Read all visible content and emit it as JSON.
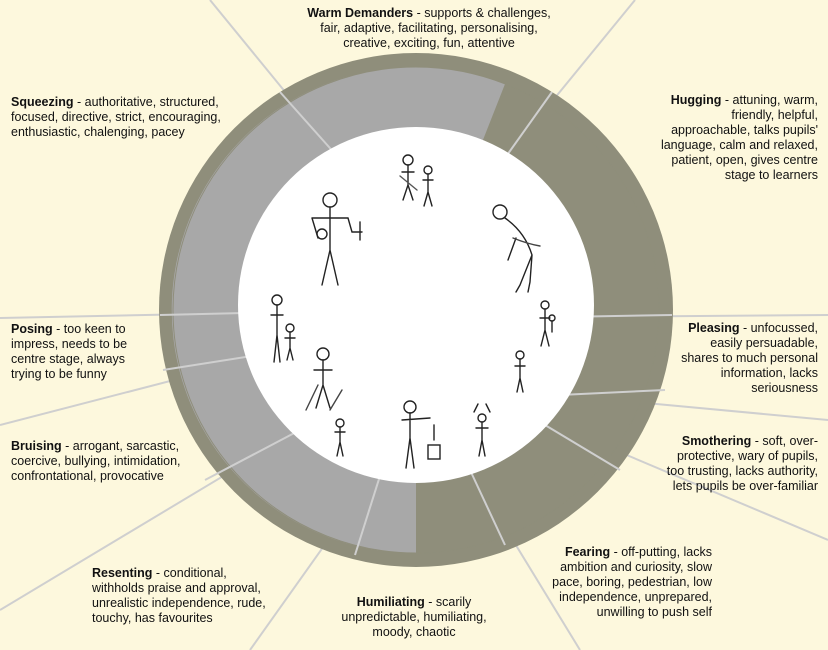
{
  "colors": {
    "background": "#fdf8dd",
    "outer_ring": "#8f8e7b",
    "inner_ring": "#a8a8a8",
    "center": "#ffffff",
    "spokes": "#cfcfcf"
  },
  "styles": [
    {
      "key": "warm",
      "name": "Warm Demanders",
      "desc": " - supports & challenges, fair, adaptive, facilitating, personalising, creative, exciting, fun, attentive"
    },
    {
      "key": "hugging",
      "name": "Hugging",
      "desc": " - attuning, warm, friendly, helpful, approachable, talks pupils' language, calm and relaxed, patient, open, gives centre stage to learners"
    },
    {
      "key": "pleasing",
      "name": "Pleasing",
      "desc": " - unfocussed, easily persuadable, shares to much personal information, lacks seriousness"
    },
    {
      "key": "smothering",
      "name": "Smothering",
      "desc": " - soft, over-protective, wary of pupils, too trusting, lacks authority, lets pupils be over-familiar"
    },
    {
      "key": "fearing",
      "name": "Fearing",
      "desc": " - off-putting, lacks ambition and curiosity, slow pace, boring, pedestrian, low independence, unprepared, unwilling to push self"
    },
    {
      "key": "humiliating",
      "name": "Humiliating",
      "desc": " - scarily unpredictable, humiliating, moody, chaotic"
    },
    {
      "key": "resenting",
      "name": "Resenting",
      "desc": " - conditional, withholds praise and approval, unrealistic independence, rude, touchy, has favourites"
    },
    {
      "key": "bruising",
      "name": "Bruising",
      "desc": " - arrogant, sarcastic, coercive, bullying, intimidation, confrontational, provocative"
    },
    {
      "key": "posing",
      "name": "Posing",
      "desc": " - too keen to impress, needs to be centre stage, always trying to be funny"
    },
    {
      "key": "squeezing",
      "name": "Squeezing",
      "desc": " - authoritative, structured, focused, directive, strict, encouraging, enthusiastic, chalenging, pacey"
    }
  ]
}
